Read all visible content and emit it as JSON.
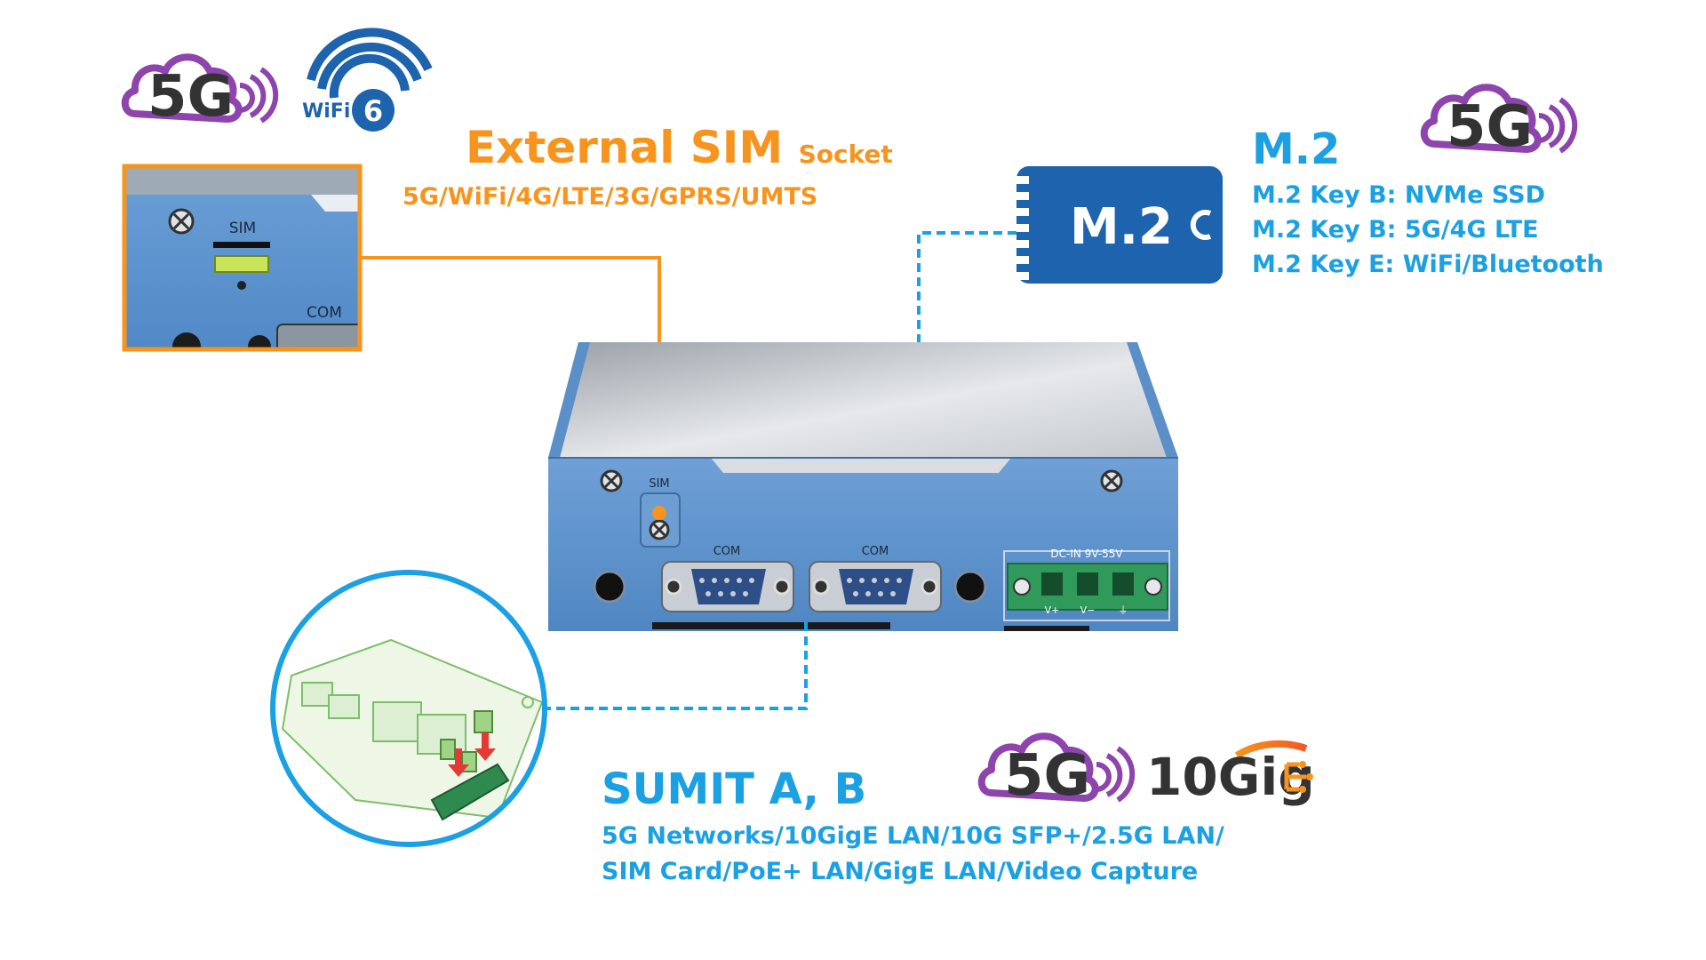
{
  "badges": {
    "fiveg": "5G",
    "wifi_prefix": "WiFi",
    "wifi_number": "6",
    "tengige": "10Gig"
  },
  "sim_section": {
    "title": "External SIM",
    "title_suffix": "Socket",
    "subtitle": "5G/WiFi/4G/LTE/3G/GPRS/UMTS",
    "inset_sim_label": "SIM",
    "inset_com_label": "COM"
  },
  "m2_section": {
    "chip_label": "M.2",
    "title": "M.2",
    "lines": [
      "M.2 Key B: NVMe SSD",
      "M.2 Key B: 5G/4G LTE",
      "M.2 Key E: WiFi/Bluetooth"
    ]
  },
  "device": {
    "sim_label": "SIM",
    "com1_label": "COM",
    "com2_label": "COM",
    "dc_label": "DC-IN 9V-55V",
    "terminal_labels": [
      "V+",
      "V−",
      "⏚"
    ]
  },
  "sumit_section": {
    "title": "SUMIT A, B",
    "line1": "5G Networks/10GigE LAN/10G SFP+/2.5G LAN/",
    "line2": "SIM Card/PoE+ LAN/GigE LAN/Video Capture"
  },
  "colors": {
    "orange": "#f7941d",
    "blue": "#1aa0e3",
    "purple": "#8e44ad",
    "chassis_blue": "#5b8fc7",
    "chip_blue": "#1e63ad"
  }
}
